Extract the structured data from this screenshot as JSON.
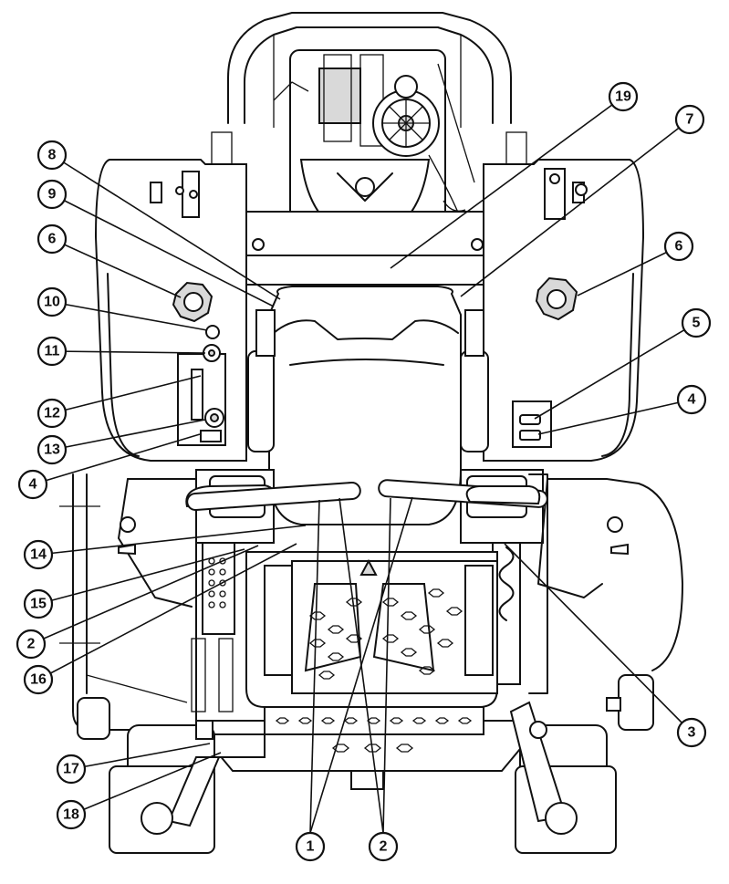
{
  "callouts": [
    {
      "id": "c19",
      "label": "19"
    },
    {
      "id": "c7",
      "label": "7"
    },
    {
      "id": "c8",
      "label": "8"
    },
    {
      "id": "c9",
      "label": "9"
    },
    {
      "id": "c6l",
      "label": "6"
    },
    {
      "id": "c6r",
      "label": "6"
    },
    {
      "id": "c10",
      "label": "10"
    },
    {
      "id": "c5",
      "label": "5"
    },
    {
      "id": "c11",
      "label": "11"
    },
    {
      "id": "c4r",
      "label": "4"
    },
    {
      "id": "c12",
      "label": "12"
    },
    {
      "id": "c13",
      "label": "13"
    },
    {
      "id": "c4l",
      "label": "4"
    },
    {
      "id": "c14",
      "label": "14"
    },
    {
      "id": "c15",
      "label": "15"
    },
    {
      "id": "c2l",
      "label": "2"
    },
    {
      "id": "c16",
      "label": "16"
    },
    {
      "id": "c3",
      "label": "3"
    },
    {
      "id": "c17",
      "label": "17"
    },
    {
      "id": "c18",
      "label": "18"
    },
    {
      "id": "c1",
      "label": "1"
    },
    {
      "id": "c2b",
      "label": "2"
    }
  ]
}
